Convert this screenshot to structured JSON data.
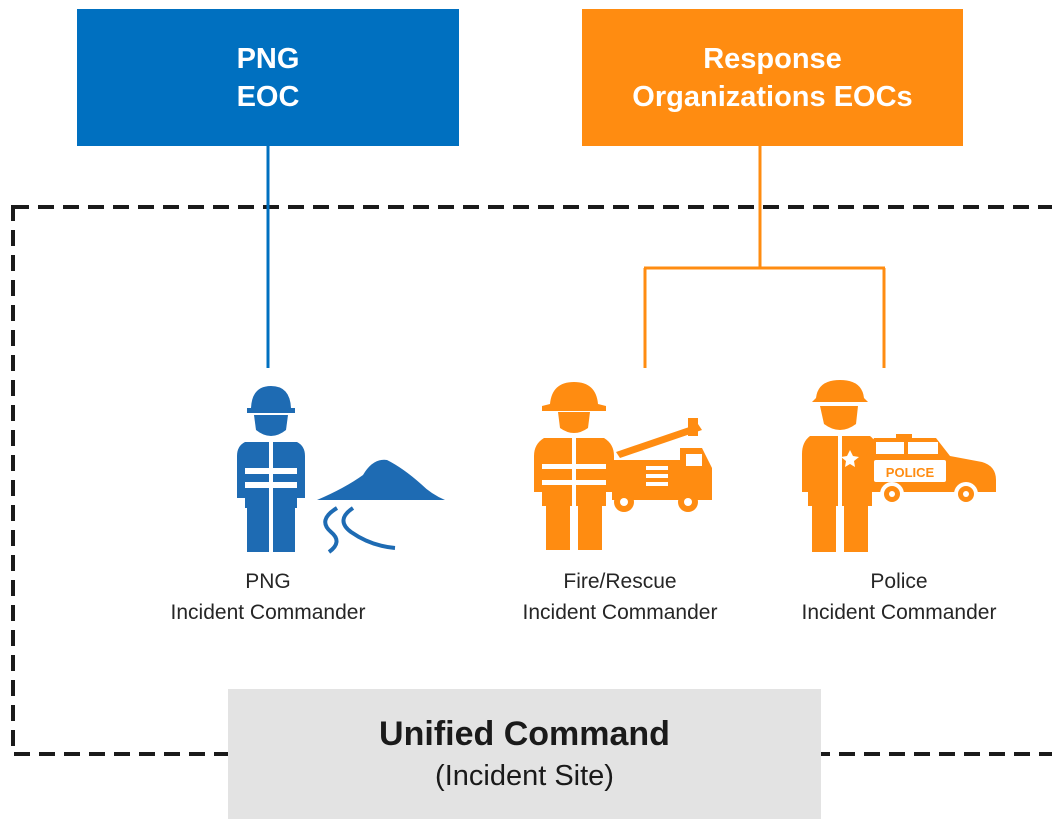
{
  "colors": {
    "png_blue": "#0070c0",
    "response_orange": "#ff8c11",
    "border": "#1a1a1a",
    "uc_background": "#e3e3e3"
  },
  "png_eoc": {
    "line1": "PNG",
    "line2": "EOC"
  },
  "response_eoc": {
    "line1": "Response",
    "line2": "Organizations EOCs"
  },
  "commanders": [
    {
      "name": "PNG",
      "title": "Incident Commander",
      "icon": "utility-worker-icon"
    },
    {
      "name": "Fire/Rescue",
      "title": "Incident Commander",
      "icon": "firefighter-icon"
    },
    {
      "name": "Police",
      "title": "Incident Commander",
      "icon": "police-officer-icon"
    }
  ],
  "police_car_text": "POLICE",
  "unified_command": {
    "title": "Unified Command",
    "subtitle": "(Incident Site)"
  }
}
